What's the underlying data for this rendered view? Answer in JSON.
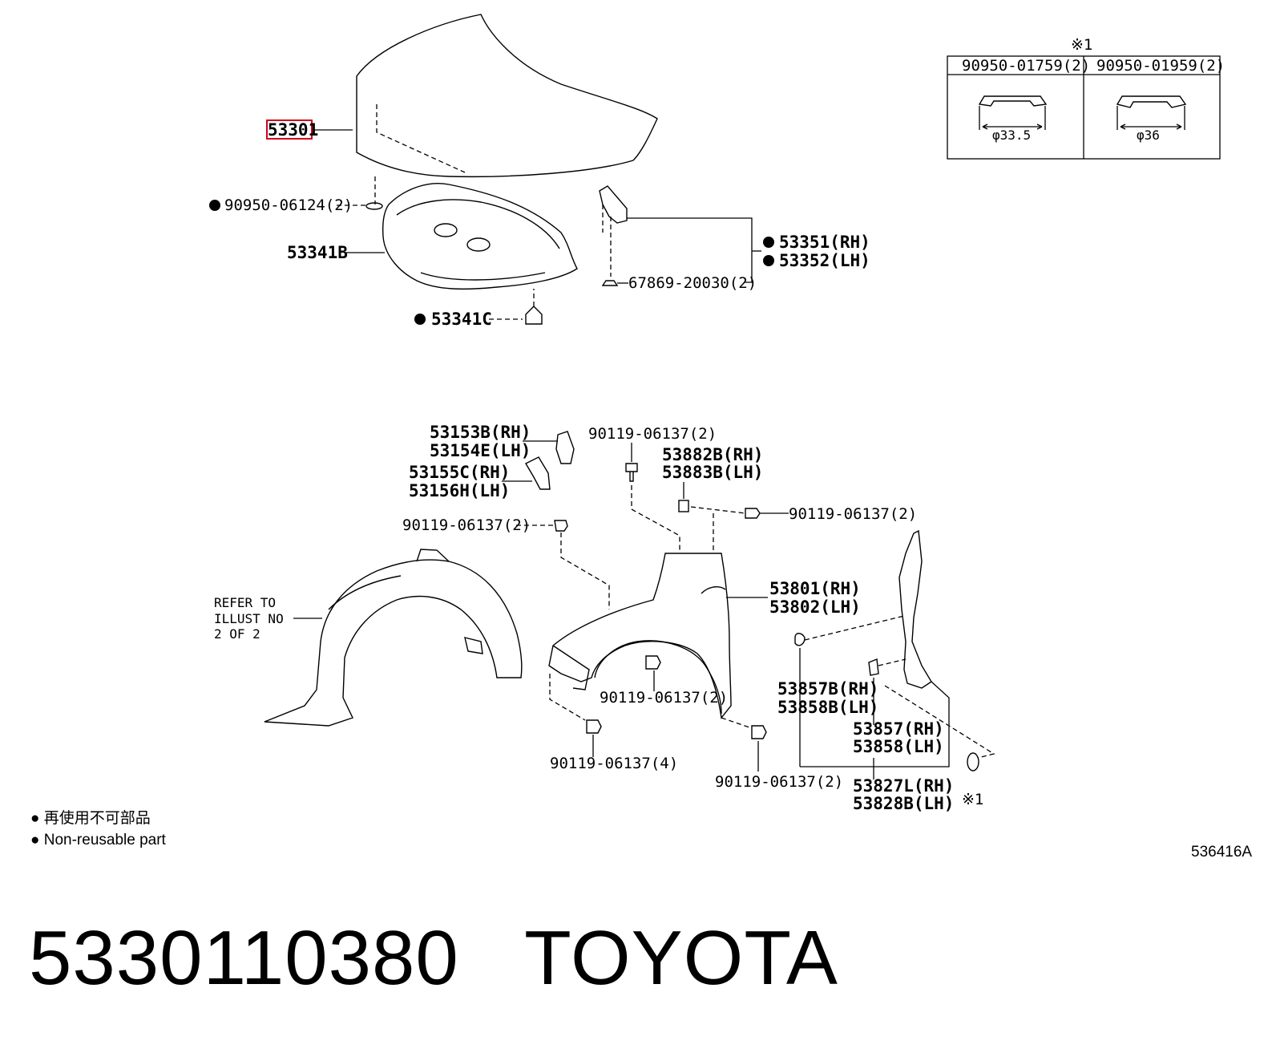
{
  "labels": {
    "hood": "53301",
    "hood_seal": "90950-06124(2)",
    "insulator": "53341B",
    "insulator_clip": "53341C",
    "hinge_rh": "53351(RH)",
    "hinge_lh": "53352(LH)",
    "hinge_bolt": "67869-20030(2)",
    "bracket_a_rh": "53153B(RH)",
    "bracket_a_lh": "53154E(LH)",
    "bracket_b_rh": "53155C(RH)",
    "bracket_b_lh": "53156H(LH)",
    "bolt_top": "90119-06137(2)",
    "bolt_left": "90119-06137(2)",
    "retainer_rh": "53882B(RH)",
    "retainer_lh": "53883B(LH)",
    "bolt_right": "90119-06137(2)",
    "fender_rh": "53801(RH)",
    "fender_lh": "53802(LH)",
    "bolt_mid": "90119-06137(2)",
    "bolt_bottom_left": "90119-06137(4)",
    "bolt_bottom_right": "90119-06137(2)",
    "seal_a_rh": "53857B(RH)",
    "seal_a_lh": "53858B(LH)",
    "seal_b_rh": "53857(RH)",
    "seal_b_lh": "53858(LH)",
    "seal_c_rh": "53827L(RH)",
    "seal_c_lh": "53828B(LH)",
    "note_mark": "※1",
    "refer_1": "REFER TO",
    "refer_2": "ILLUST NO",
    "refer_3": "2 OF 2"
  },
  "inset": {
    "mark": "※1",
    "col1_header": "90950-01759(2)",
    "col2_header": "90950-01959(2)",
    "col1_dim": "φ33.5",
    "col2_dim": "φ36"
  },
  "legend": {
    "line_jp": "● 再使用不可部品",
    "line_en": "● Non-reusable part"
  },
  "illustration_id": "536416A",
  "footer": {
    "part_number": "5330110380",
    "brand": "TOYOTA"
  },
  "colors": {
    "highlight_box": "#d0021b"
  }
}
